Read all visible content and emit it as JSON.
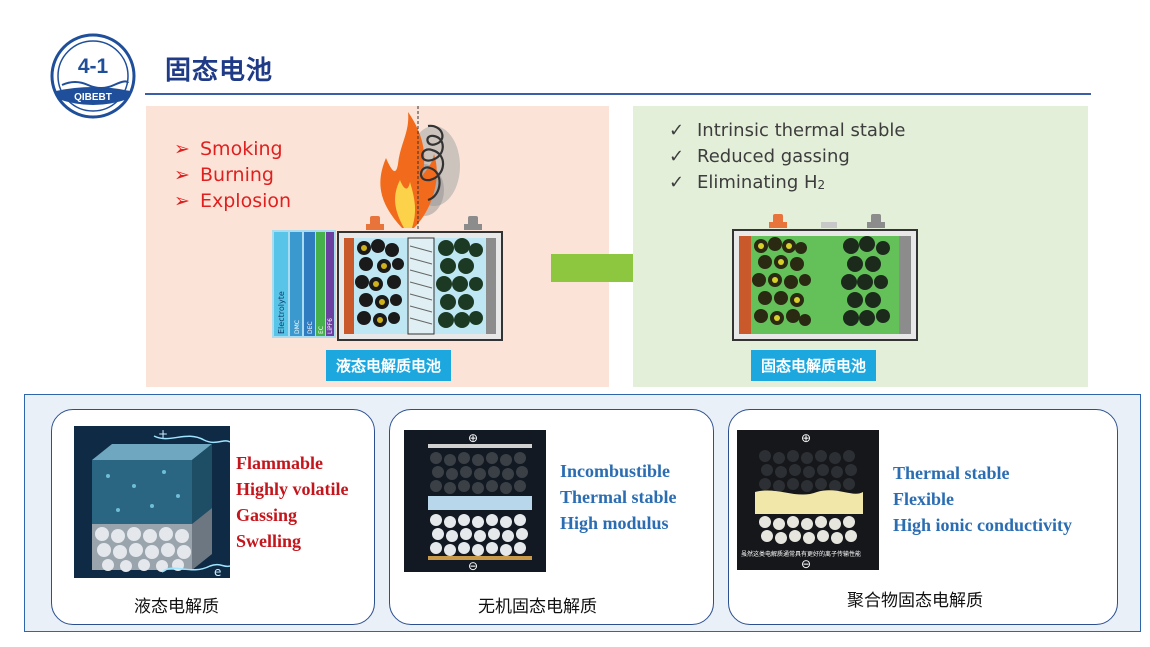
{
  "header": {
    "badge_number": "4-1",
    "badge_org": "QIBEBT",
    "title": "固态电池"
  },
  "liquid_panel": {
    "hazards": [
      "Smoking",
      "Burning",
      "Explosion"
    ],
    "electrolyte_labels": [
      "Electrolyte",
      "DMC",
      "DEC",
      "EC",
      "LiPF6"
    ],
    "caption": "液态电解质电池"
  },
  "solid_panel": {
    "benefits": [
      {
        "text": "Intrinsic thermal stable",
        "sub": ""
      },
      {
        "text": "Reduced gassing",
        "sub": ""
      },
      {
        "text": "Eliminating H",
        "sub": "2"
      }
    ],
    "caption": "固态电解质电池"
  },
  "cards": [
    {
      "caption": "液态电解质",
      "props": [
        "Flammable",
        "Highly volatile",
        "Gassing",
        "Swelling"
      ],
      "image_labels": {
        "plus": "+",
        "minus": "e"
      }
    },
    {
      "caption": "无机固态电解质",
      "props": [
        "Incombustible",
        "Thermal stable",
        "High modulus"
      ],
      "image_labels": {
        "plus": "⊕",
        "minus": "⊖"
      }
    },
    {
      "caption": "聚合物固态电解质",
      "props": [
        "Thermal stable",
        "Flexible",
        "High ionic conductivity"
      ],
      "image_labels": {
        "plus": "⊕",
        "minus": "⊖",
        "note": "虽然这类电解质通常具有更好的离子传输性能"
      }
    }
  ],
  "colors": {
    "title_blue": "#1f3a86",
    "hazard_red": "#e02020",
    "prop_red": "#c4151c",
    "prop_blue": "#2a6db2",
    "caption_cyan": "#1da7df",
    "arrow_green": "#8dc63f"
  }
}
